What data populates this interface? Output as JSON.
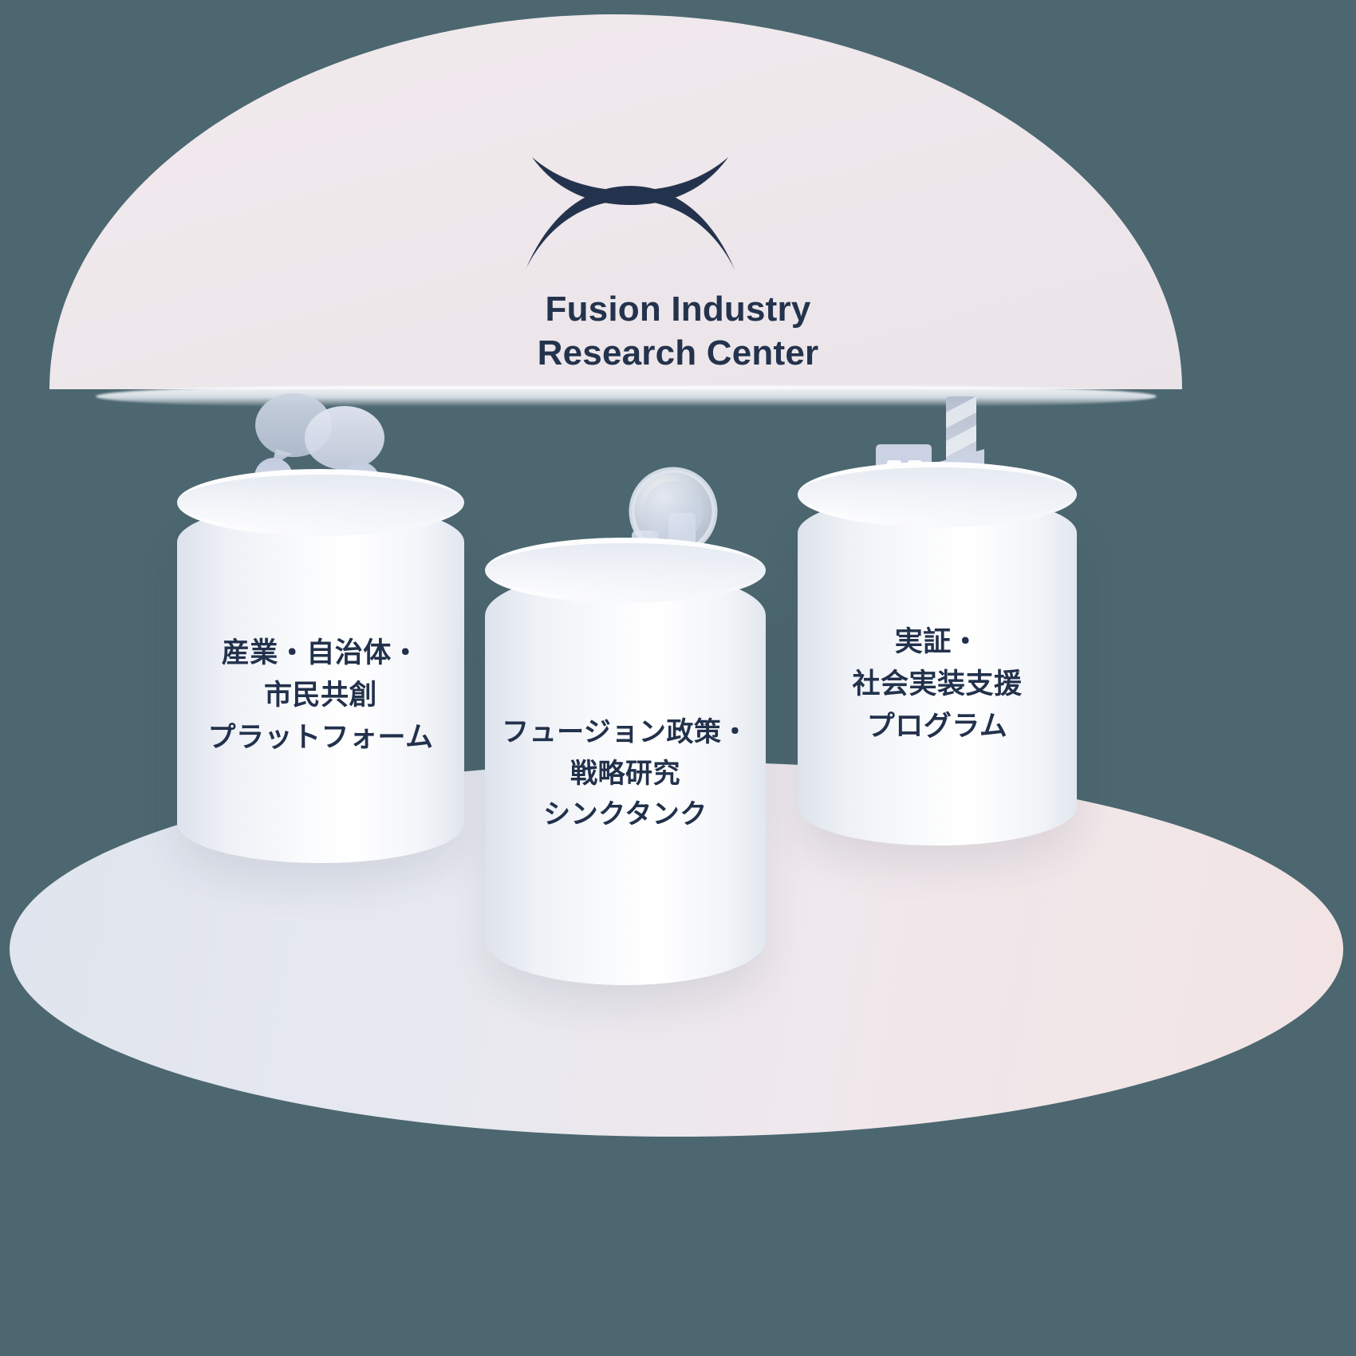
{
  "background": {
    "color": "#4c6770"
  },
  "dome": {
    "name": "umbrella-dome",
    "color": "#ece6ea",
    "logo_icon": "fusion-plasma-logo-icon",
    "title_line1": "Fusion Industry",
    "title_line2": "Research Center",
    "title_color": "#24334d"
  },
  "floor": {
    "gradient_from": "#dfe4ee",
    "gradient_to": "#f3e4e4"
  },
  "pillars": [
    {
      "id": "platform",
      "icon": "people-conversation-icon",
      "label_lines": [
        "産業・自治体・",
        "市民共創",
        "プラットフォーム"
      ],
      "label_color": "#22314b"
    },
    {
      "id": "thinktank",
      "icon": "bar-chart-magnifier-icon",
      "label_lines": [
        "フュージョン政策・",
        "戦略研究",
        "シンクタンク"
      ],
      "label_color": "#22314b"
    },
    {
      "id": "implementation",
      "icon": "factory-building-icon",
      "label_lines": [
        "実証・",
        "社会実装支援",
        "プログラム"
      ],
      "label_color": "#22314b"
    }
  ]
}
